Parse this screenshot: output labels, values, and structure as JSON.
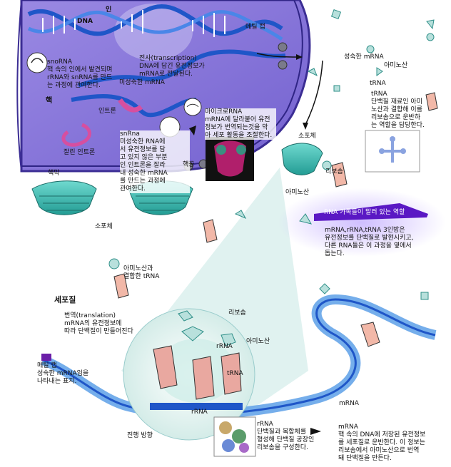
{
  "labels": {
    "nucleolus": "인",
    "dna": "DNA",
    "methyl_cap_top": "메틸 캡",
    "mature_mrna_top": "성숙한 mRNA",
    "amino_acid_top": "아미노산",
    "trna_short": "tRNA",
    "nucleus": "핵",
    "intron": "인트론",
    "cut_intron": "잘린 인트론",
    "nuclear_envelope": "핵막",
    "nuclear_pore": "핵공",
    "ribosome_left": "소포체",
    "ribosome_right": "소포체",
    "ribosome_label": "리보솜",
    "amino_acid_mid": "아미노산",
    "cytoplasm": "세포질",
    "ribosome_lower": "리보솜",
    "rrna_inner": "rRNA",
    "amino_acid_inner": "아미노산",
    "trna_inner": "tRNA",
    "rrna_bottom": "rRNA",
    "mrna_bottom": "mRNA",
    "direction": "진행 방향",
    "immature_mrna": "미성숙한 mRNA"
  },
  "notes": {
    "snorna": "snoRNA\n핵 속의 인에서 발견되며\nrRNA와 snRNA를 만드\n는 과정에 관여한다.",
    "transcription": "전사(transcription)\nDNA에 담긴 유전정보가\nmRNA로 전달된다.",
    "microrna": "마이크로RNA\nmRNA에 달라붙어 유전\n정보가 번역되는것을 막\n아 세포 활동을 조절한다.",
    "snrna": "snRna\n미성숙한 RNA에\n서 유전정보를 담\n고 있지 않은 부분\n인 인트론을 잘라\n내 성숙한 mRNA\n를 만드는 과정에\n관여한다.",
    "trna": "tRNA\n단백질 재료인 아미\n노산과 결합해 이를\n리보솜으로 운반하\n는 역할을 담당한다.",
    "rna_banner": "RNA 가족들이 말러 있는 역할",
    "rna_roles": "mRNA,rRNA,tRNA 3인방은\n유전정보를 단백질로 발현시키고,\n다른 RNA들은 이 과정을 옆에서\n돕는다.",
    "amino_trna": "아미노산과\n결합한 tRNA",
    "translation": "번역(translation)\nmRNA의 유전정보에\n따라 단백질이 만들어진다",
    "methyl_cap": "메틸 캡\n성숙한 mRNA임을\n나타내는 표지.",
    "rrna_desc": "rRNA\n단백질과 복합체를\n형성해 단백질 공장인\n리보솜을 구성한다.",
    "mrna_desc": "mRNA\n핵 속의 DNA에 저장된 유전정보\n를 세포질로 운반한다. 이 정보는\n리보솜에서 아미노산으로 번역\n돼 단백질을 만든다."
  },
  "colors": {
    "nucleus": "#8b79d8",
    "nucleus_dark": "#5a49b0",
    "dna": "#2b5fd6",
    "mrna": "#1f56c8",
    "er": "#3fb9b0",
    "trna": "#f2b8a8",
    "highlight": "#b9a5ff",
    "cap": "#6b1fa8",
    "pink": "#d64fa0"
  }
}
